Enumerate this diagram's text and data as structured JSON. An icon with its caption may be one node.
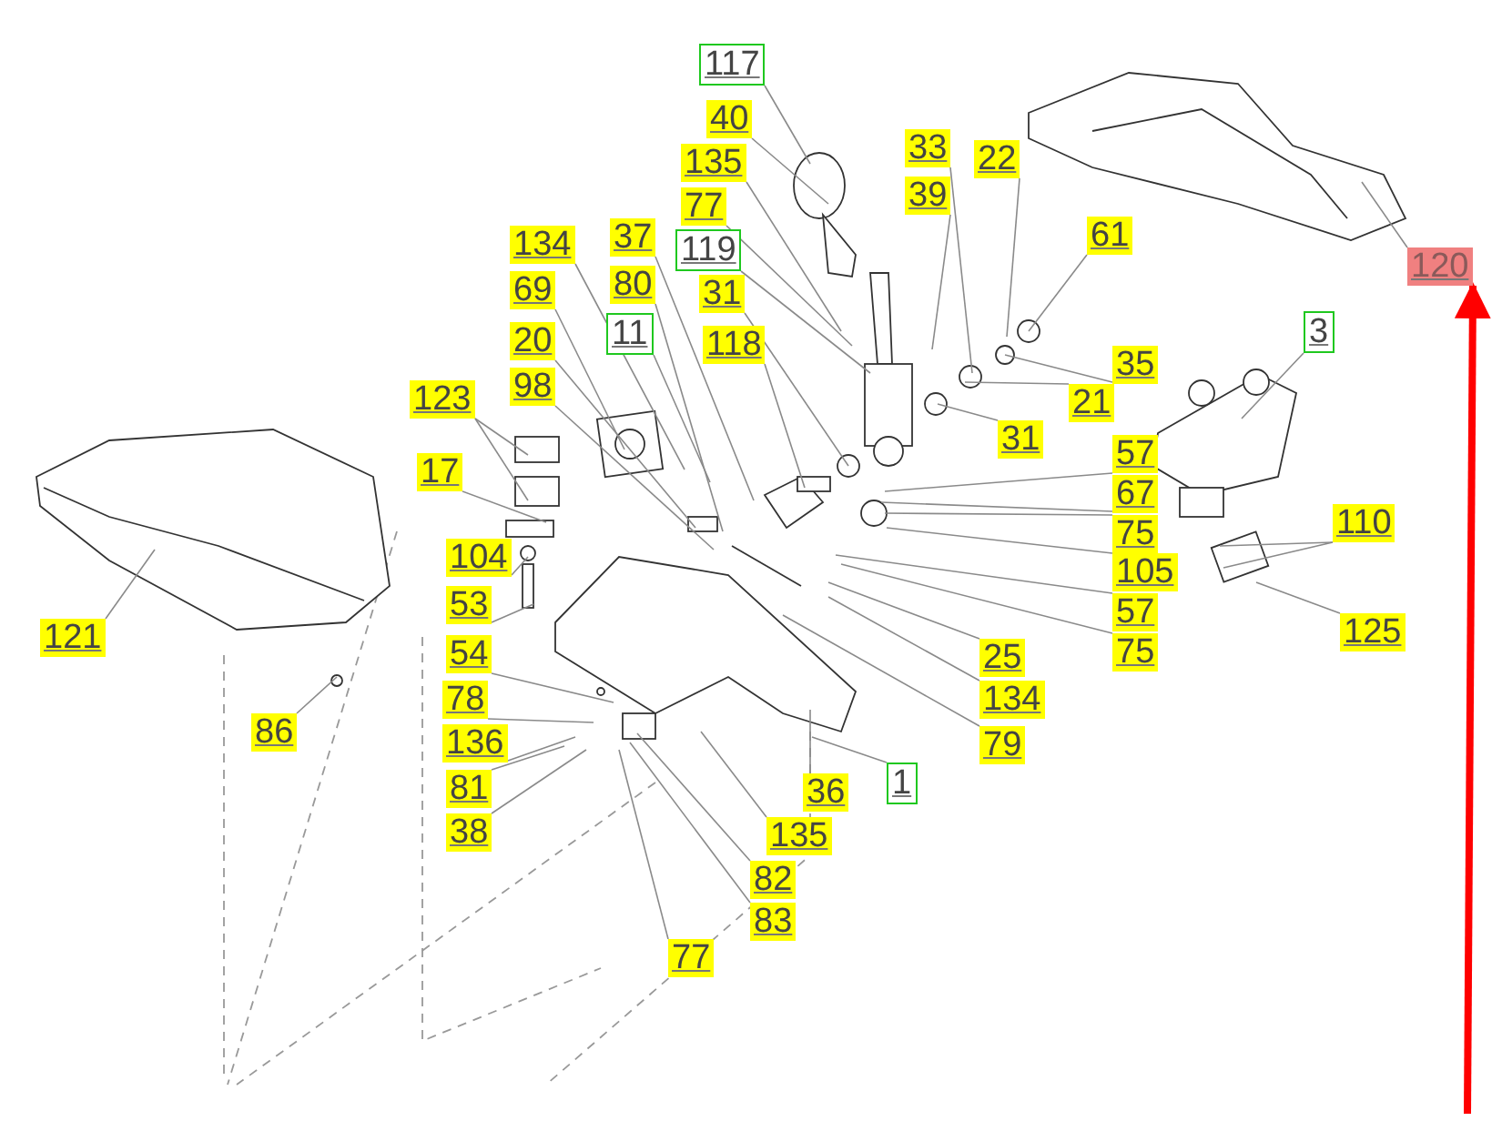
{
  "diagram": {
    "nodes": [
      {
        "text": [
          "117"
        ]
      },
      {
        "text": [
          "40"
        ]
      },
      {
        "text": [
          "135"
        ]
      },
      {
        "text": [
          "77"
        ]
      },
      {
        "text": [
          "119"
        ]
      },
      {
        "text": [
          "31"
        ]
      },
      {
        "text": [
          "118"
        ]
      },
      {
        "text": [
          "33"
        ]
      },
      {
        "text": [
          "39"
        ]
      },
      {
        "text": [
          "22"
        ]
      },
      {
        "text": [
          "61"
        ]
      },
      {
        "text": [
          "120"
        ]
      },
      {
        "text": [
          "134"
        ]
      },
      {
        "text": [
          "37"
        ]
      },
      {
        "text": [
          "80"
        ]
      },
      {
        "text": [
          "69"
        ]
      },
      {
        "text": [
          "11"
        ]
      },
      {
        "text": [
          "20"
        ]
      },
      {
        "text": [
          "3"
        ]
      },
      {
        "text": [
          "35"
        ]
      },
      {
        "text": [
          "21"
        ]
      },
      {
        "text": [
          "98"
        ]
      },
      {
        "text": [
          "123"
        ]
      },
      {
        "text": [
          "31"
        ]
      },
      {
        "text": [
          "57"
        ]
      },
      {
        "text": [
          "17"
        ]
      },
      {
        "text": [
          "67"
        ]
      },
      {
        "text": [
          "110"
        ]
      },
      {
        "text": [
          "75"
        ]
      },
      {
        "text": [
          "104"
        ]
      },
      {
        "text": [
          "105"
        ]
      },
      {
        "text": [
          "53"
        ]
      },
      {
        "text": [
          "57"
        ]
      },
      {
        "text": [
          "121"
        ]
      },
      {
        "text": [
          "125"
        ]
      },
      {
        "text": [
          "75"
        ]
      },
      {
        "text": [
          "54"
        ]
      },
      {
        "text": [
          "25"
        ]
      },
      {
        "text": [
          "78"
        ]
      },
      {
        "text": [
          "134"
        ]
      },
      {
        "text": [
          "86"
        ]
      },
      {
        "text": [
          "136"
        ]
      },
      {
        "text": [
          "79"
        ]
      },
      {
        "text": [
          "81"
        ]
      },
      {
        "text": [
          "1"
        ]
      },
      {
        "text": [
          "36"
        ]
      },
      {
        "text": [
          "38"
        ]
      },
      {
        "text": [
          "135"
        ]
      },
      {
        "text": [
          "82"
        ]
      },
      {
        "text": [
          "83"
        ]
      },
      {
        "text": [
          "77"
        ]
      }
    ],
    "edges": [
      {
        "from": 0,
        "to": null,
        "arrow": "none"
      },
      {
        "from": 1,
        "to": null,
        "arrow": "none"
      },
      {
        "from": 2,
        "to": null,
        "arrow": "none"
      },
      {
        "from": 3,
        "to": null,
        "arrow": "none"
      },
      {
        "from": 4,
        "to": null,
        "arrow": "none"
      },
      {
        "from": 5,
        "to": null,
        "arrow": "none"
      },
      {
        "from": 6,
        "to": null,
        "arrow": "none"
      },
      {
        "from": 7,
        "to": null,
        "arrow": "none"
      },
      {
        "from": 8,
        "to": null,
        "arrow": "none"
      },
      {
        "from": 9,
        "to": null,
        "arrow": "none"
      },
      {
        "from": 10,
        "to": null,
        "arrow": "none"
      },
      {
        "from": 11,
        "to": null,
        "arrow": "none"
      },
      {
        "from": 12,
        "to": null,
        "arrow": "none"
      },
      {
        "from": 13,
        "to": null,
        "arrow": "none"
      },
      {
        "from": 14,
        "to": null,
        "arrow": "none"
      },
      {
        "from": 15,
        "to": null,
        "arrow": "none"
      },
      {
        "from": 16,
        "to": null,
        "arrow": "none"
      },
      {
        "from": 17,
        "to": null,
        "arrow": "none"
      },
      {
        "from": 18,
        "to": null,
        "arrow": "none"
      },
      {
        "from": 19,
        "to": null,
        "arrow": "none"
      },
      {
        "from": 20,
        "to": null,
        "arrow": "none"
      },
      {
        "from": 21,
        "to": null,
        "arrow": "none"
      },
      {
        "from": 22,
        "to": null,
        "arrow": "none"
      },
      {
        "from": 22,
        "to": null,
        "arrow": "none"
      },
      {
        "from": 23,
        "to": null,
        "arrow": "none"
      },
      {
        "from": 24,
        "to": null,
        "arrow": "none"
      },
      {
        "from": 25,
        "to": null,
        "arrow": "none"
      },
      {
        "from": 26,
        "to": null,
        "arrow": "none"
      },
      {
        "from": 27,
        "to": null,
        "arrow": "none"
      },
      {
        "from": 27,
        "to": null,
        "arrow": "none"
      },
      {
        "from": 28,
        "to": null,
        "arrow": "none"
      },
      {
        "from": 29,
        "to": null,
        "arrow": "none"
      },
      {
        "from": 30,
        "to": null,
        "arrow": "none"
      },
      {
        "from": 31,
        "to": null,
        "arrow": "none"
      },
      {
        "from": 32,
        "to": null,
        "arrow": "none"
      },
      {
        "from": 33,
        "to": null,
        "arrow": "none"
      },
      {
        "from": 34,
        "to": null,
        "arrow": "none"
      },
      {
        "from": 35,
        "to": null,
        "arrow": "none"
      },
      {
        "from": 36,
        "to": null,
        "arrow": "none"
      },
      {
        "from": 37,
        "to": null,
        "arrow": "none"
      },
      {
        "from": 38,
        "to": null,
        "arrow": "none"
      },
      {
        "from": 39,
        "to": null,
        "arrow": "none"
      },
      {
        "from": 40,
        "to": null,
        "arrow": "none"
      },
      {
        "from": 41,
        "to": null,
        "arrow": "none"
      },
      {
        "from": 42,
        "to": null,
        "arrow": "none"
      },
      {
        "from": 43,
        "to": null,
        "arrow": "none"
      },
      {
        "from": 44,
        "to": null,
        "arrow": "none"
      },
      {
        "from": 45,
        "to": null,
        "arrow": "none"
      },
      {
        "from": 46,
        "to": null,
        "arrow": "none"
      },
      {
        "from": 47,
        "to": null,
        "arrow": "none"
      },
      {
        "from": 48,
        "to": null,
        "arrow": "none"
      },
      {
        "from": 49,
        "to": null,
        "arrow": "none"
      },
      {
        "from": 50,
        "to": null,
        "arrow": "none"
      },
      {
        "from": null,
        "to": 11,
        "arrow": "to",
        "style": "thick",
        "color": "#ff0000"
      }
    ]
  }
}
